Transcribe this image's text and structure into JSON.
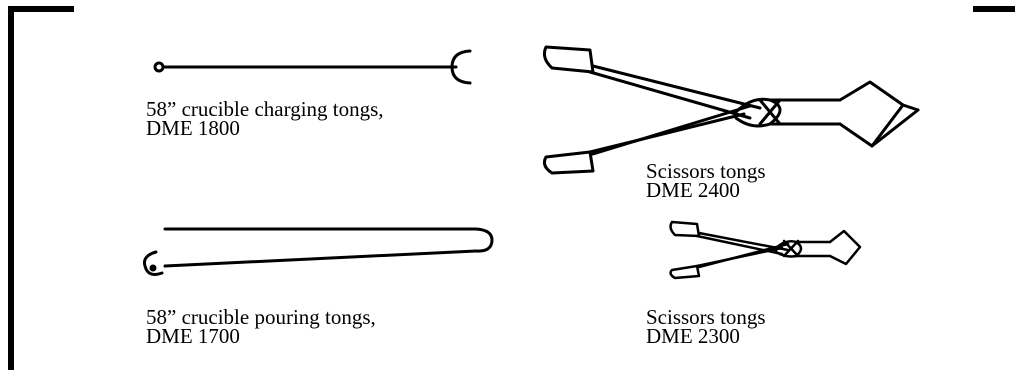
{
  "items": [
    {
      "id": "charging",
      "line1": "58” crucible charging tongs,",
      "line2": "DME 1800"
    },
    {
      "id": "scissors-large",
      "line1": "Scissors tongs",
      "line2": "DME 2400"
    },
    {
      "id": "pouring",
      "line1": "58” crucible pouring tongs,",
      "line2": "DME 1700"
    },
    {
      "id": "scissors-small",
      "line1": "Scissors tongs",
      "line2": "DME 2300"
    }
  ],
  "colors": {
    "ink": "#000000",
    "background": "#ffffff"
  }
}
